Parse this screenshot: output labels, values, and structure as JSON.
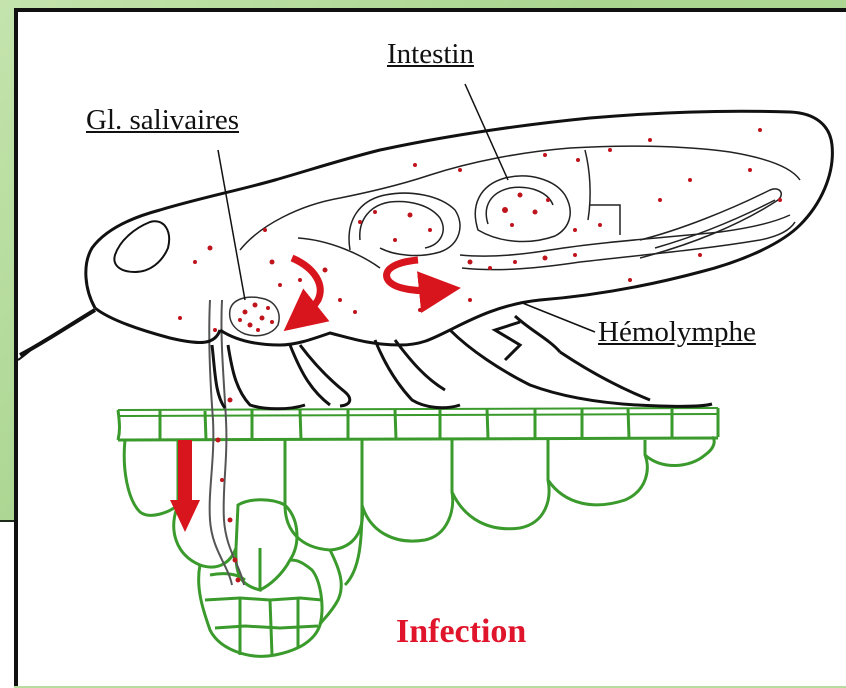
{
  "labels": {
    "intestin": "Intestin",
    "glandes": "Gl. salivaires",
    "hemolymphe": "Hémolymphe",
    "infection": "Infection"
  },
  "colors": {
    "background": "#b6dca0",
    "insect_outline": "#111111",
    "plant_cells": "#3a9a2c",
    "virus_dots": "#c0141c",
    "arrows": "#d8141c",
    "infection_text": "#e0142a"
  },
  "icons": {
    "movement_arrows": "curved-arrow-icon",
    "inoculation_arrow": "down-arrow-icon"
  }
}
